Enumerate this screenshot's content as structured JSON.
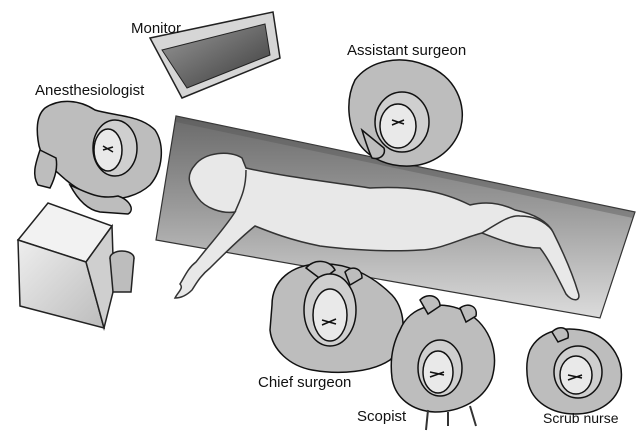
{
  "labels": {
    "monitor": "Monitor",
    "assistant_surgeon": "Assistant surgeon",
    "anesthesiologist": "Anesthesiologist",
    "chief_surgeon": "Chief surgeon",
    "scopist": "Scopist",
    "scrub_nurse": "Scrub nurse"
  },
  "colors": {
    "table_top": "#6f6f6f",
    "table_bottom": "#d8d8d8",
    "body_fill": "#e6e6e6",
    "person_fill": "#bdbdbd",
    "outline": "#1a1a1a"
  }
}
